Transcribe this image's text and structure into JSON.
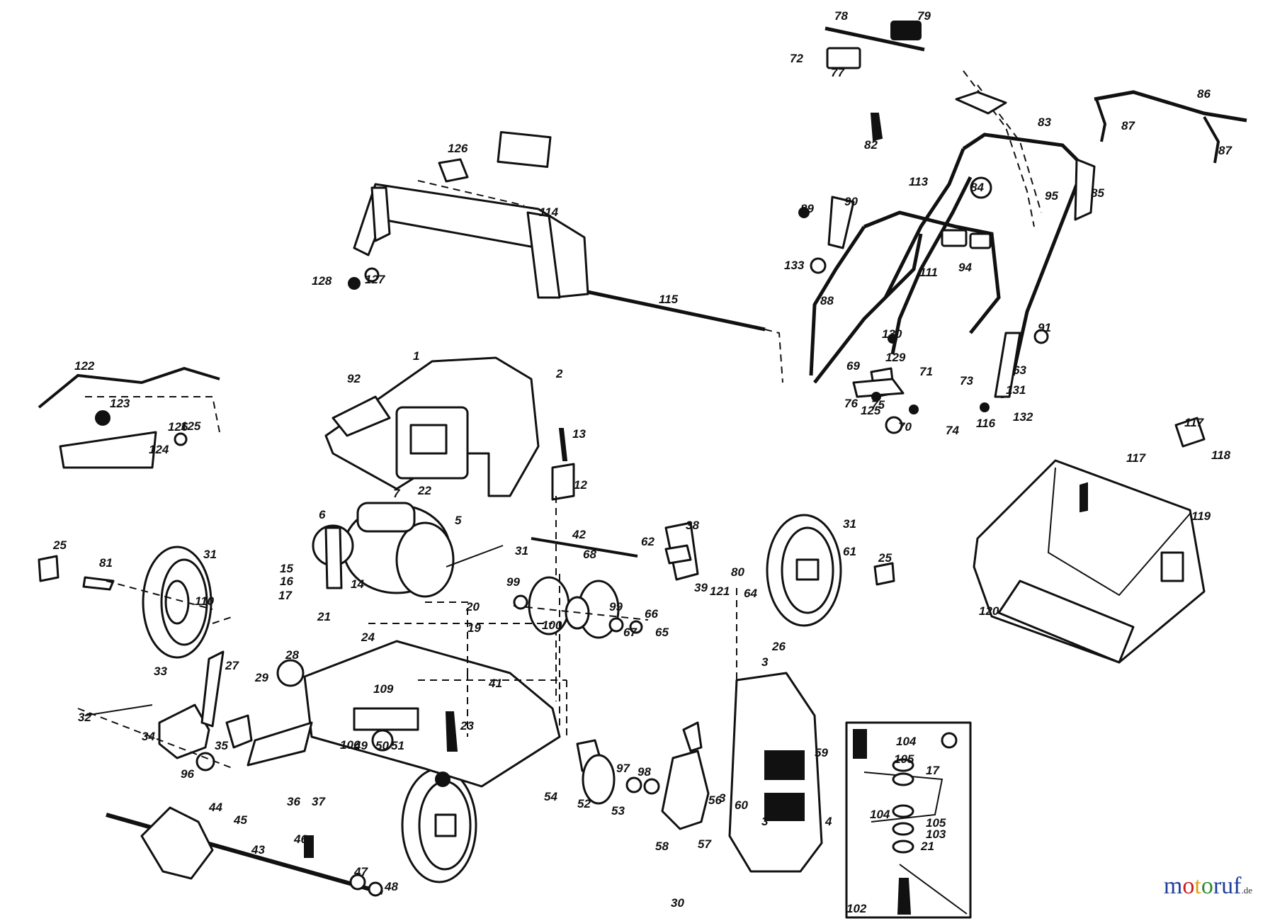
{
  "brand": {
    "text": "motoruf",
    "suffix": ".de"
  },
  "inset_code": "■■■",
  "labels": [
    "1",
    "2",
    "3",
    "3",
    "3",
    "4",
    "5",
    "6",
    "7",
    "12",
    "13",
    "14",
    "15",
    "16",
    "17",
    "17",
    "19",
    "20",
    "21",
    "21",
    "22",
    "23",
    "24",
    "25",
    "25",
    "26",
    "27",
    "28",
    "29",
    "30",
    "31",
    "31",
    "31",
    "32",
    "33",
    "34",
    "35",
    "36",
    "37",
    "38",
    "39",
    "41",
    "42",
    "43",
    "44",
    "45",
    "46",
    "47",
    "48",
    "49",
    "50",
    "51",
    "52",
    "53",
    "54",
    "56",
    "57",
    "58",
    "59",
    "60",
    "61",
    "62",
    "63",
    "64",
    "65",
    "66",
    "67",
    "68",
    "69",
    "70",
    "71",
    "72",
    "73",
    "74",
    "75",
    "76",
    "77",
    "78",
    "79",
    "80",
    "81",
    "82",
    "83",
    "84",
    "85",
    "86",
    "87",
    "87",
    "88",
    "89",
    "90",
    "91",
    "92",
    "94",
    "95",
    "96",
    "97",
    "98",
    "99",
    "99",
    "100",
    "102",
    "103",
    "104",
    "104",
    "105",
    "105",
    "106",
    "109",
    "110",
    "111",
    "113",
    "114",
    "115",
    "116",
    "117",
    "117",
    "118",
    "119",
    "120",
    "121",
    "122",
    "123",
    "124",
    "125",
    "125",
    "126",
    "126",
    "127",
    "128",
    "129",
    "130",
    "131",
    "132",
    "133"
  ]
}
